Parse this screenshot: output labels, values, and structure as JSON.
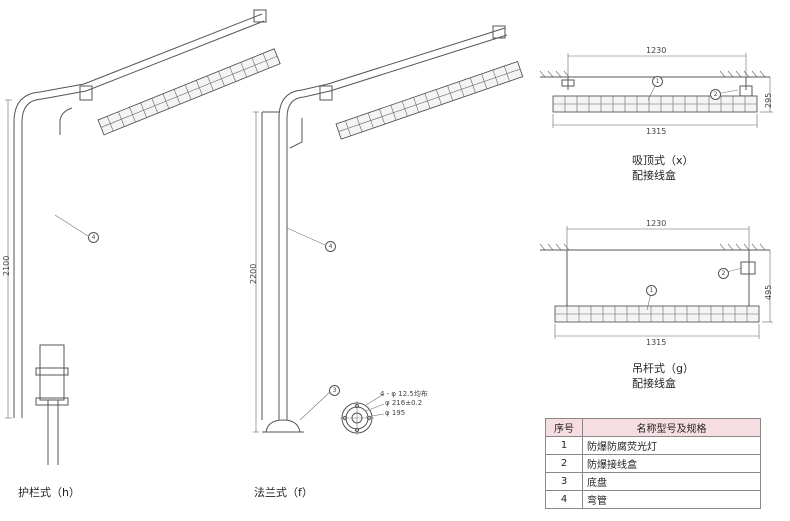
{
  "guardrail": {
    "caption": "护栏式（h）",
    "height": "2100",
    "part": "4"
  },
  "flange": {
    "caption": "法兰式（f）",
    "height": "2200",
    "part_pipe": "4",
    "part_base": "3",
    "holes": "4 - φ 12.5均布",
    "pcd": "φ 216±0.2",
    "dia": "φ 195"
  },
  "ceiling": {
    "caption_line1": "吸顶式（x）",
    "caption_line2": "配接线盒",
    "width_top": "1230",
    "width_bottom": "1315",
    "height": "295",
    "part_lamp": "1",
    "part_box": "2"
  },
  "pendant": {
    "caption_line1": "吊杆式（g）",
    "caption_line2": "配接线盒",
    "width_top": "1230",
    "width_bottom": "1315",
    "height": "495",
    "part_lamp": "1",
    "part_box": "2"
  },
  "parts_table": {
    "header_no": "序号",
    "header_name": "名称型号及规格",
    "rows": [
      {
        "no": "1",
        "name": "防爆防腐荧光灯"
      },
      {
        "no": "2",
        "name": "防爆接线盒"
      },
      {
        "no": "3",
        "name": "底盘"
      },
      {
        "no": "4",
        "name": "弯管"
      }
    ]
  },
  "colors": {
    "table_header_bg": "#f6dde2",
    "line": "#555555"
  }
}
